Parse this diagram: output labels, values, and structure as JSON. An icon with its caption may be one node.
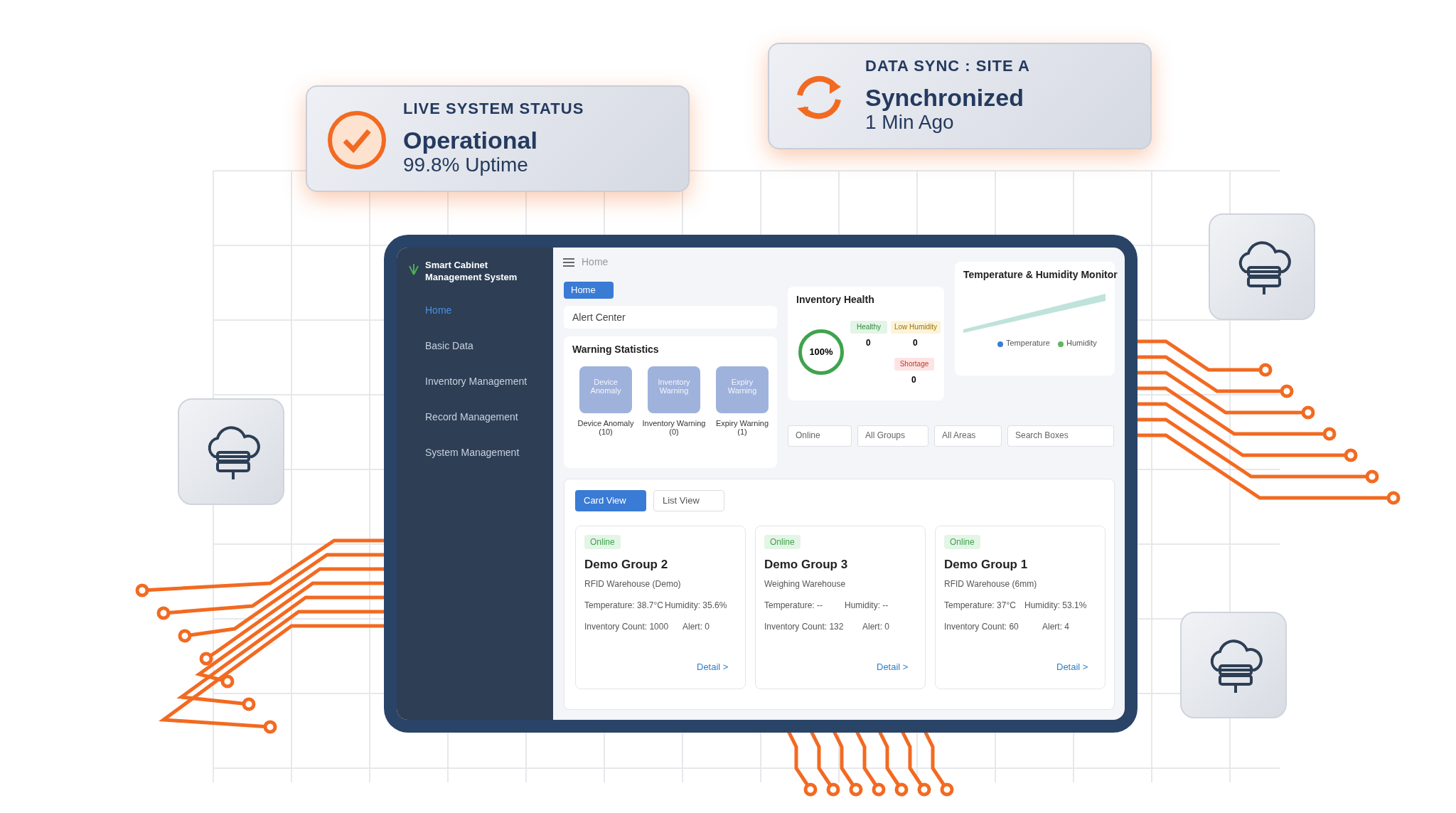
{
  "diagram": {
    "nodes": [
      {
        "text": [
          "LIVE SYSTEM STATUS",
          "Operational",
          "99.8% Uptime"
        ]
      },
      {
        "text": [
          "DATA SYNC : SITE A",
          "Synchronized",
          "1 Min Ago"
        ]
      },
      {
        "text": [
          "Smart Cabinet Management System"
        ]
      },
      {
        "text": [
          "Home"
        ]
      },
      {
        "text": [
          "Alert Center"
        ]
      },
      {
        "text": [
          "Warning Statistics"
        ]
      },
      {
        "text": [
          "Device Anomaly"
        ],
        "in": 5,
        "beside": [
          "Device Anomaly (10)"
        ]
      },
      {
        "text": [
          "Inventory Warning"
        ],
        "in": 5,
        "beside": [
          "Inventory Warning (0)"
        ]
      },
      {
        "text": [
          "Expiry Warning"
        ],
        "in": 5,
        "beside": [
          "Expiry Warning (1)"
        ]
      },
      {
        "text": [
          "Inventory Health"
        ]
      },
      {
        "text": [
          "100%"
        ],
        "in": 9
      },
      {
        "text": [
          "Healthy"
        ],
        "in": 9,
        "beside": [
          "0"
        ]
      },
      {
        "text": [
          "Low Humidity"
        ],
        "in": 9,
        "beside": [
          "0"
        ]
      },
      {
        "text": [
          "Shortage"
        ],
        "in": 9,
        "beside": [
          "0"
        ]
      },
      {
        "text": [
          "Temperature & Humidity Monitor"
        ]
      },
      {
        "text": [
          "Online"
        ]
      },
      {
        "text": [
          "All Groups"
        ]
      },
      {
        "text": [
          "All Areas"
        ]
      },
      {
        "text": [
          "Search Boxes"
        ]
      },
      {
        "text": [],
        "shape": "box"
      },
      {
        "text": [
          "Card View"
        ],
        "in": 19
      },
      {
        "text": [
          "List View"
        ],
        "in": 19
      },
      {
        "text": [
          "Online",
          "Demo Group 2",
          "RFID Warehouse (Demo)",
          "Temperature: 38.7°C",
          "Humidity: 35.6%",
          "Inventory Count: 1000",
          "Alert: 0",
          "Detail >"
        ],
        "in": 19
      },
      {
        "text": [
          "Online",
          "Demo Group 3",
          "Weighing Warehouse",
          "Temperature: --",
          "Humidity: --",
          "Inventory Count: 132",
          "Alert: 0",
          "Detail >"
        ],
        "in": 19
      },
      {
        "text": [
          "Online",
          "Demo Group 1",
          "RFID Warehouse (6mm)",
          "Temperature: 37°C",
          "Humidity: 53.1%",
          "Inventory Count: 60",
          "Alert: 4",
          "Detail >"
        ],
        "in": 19
      },
      {
        "text": [],
        "shape": "picture"
      },
      {
        "text": [],
        "shape": "picture"
      },
      {
        "text": [],
        "shape": "picture"
      }
    ],
    "labels": [
      "Home",
      "Basic Data",
      "Inventory Management",
      "Record Management",
      "System Management",
      "Home"
    ],
    "legend": [
      {
        "text": "Temperature",
        "color": "#3b7dd8"
      },
      {
        "text": "Humidity",
        "color": "#5cb85c"
      }
    ]
  }
}
